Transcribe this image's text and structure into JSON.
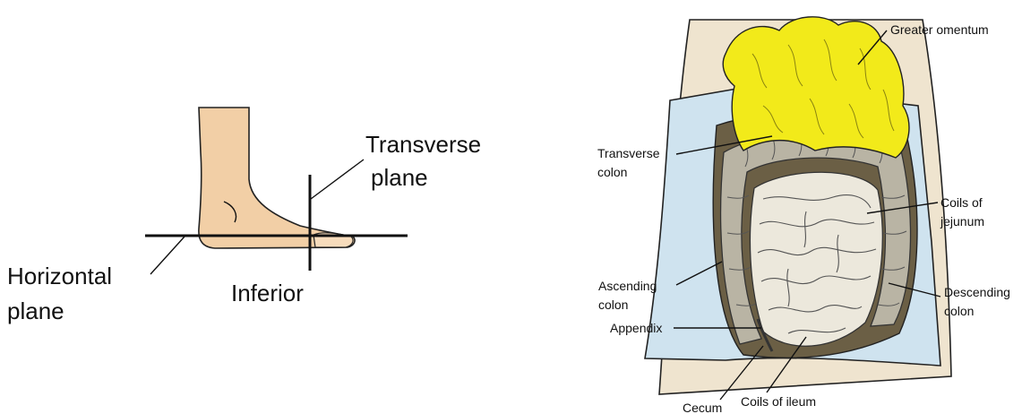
{
  "left_diagram": {
    "labels": {
      "transverse_line1": "Transverse",
      "transverse_line2": "plane",
      "horizontal_line1": "Horizontal",
      "horizontal_line2": "plane",
      "inferior": "Inferior"
    },
    "colors": {
      "skin": "#f2cfa6",
      "outline": "#222222"
    }
  },
  "right_diagram": {
    "labels": {
      "greater_omentum": "Greater omentum",
      "transverse_colon_1": "Transverse",
      "transverse_colon_2": "colon",
      "jejunum_1": "Coils of",
      "jejunum_2": "jejunum",
      "ascending_1": "Ascending",
      "ascending_2": "colon",
      "descending_1": "Descending",
      "descending_2": "colon",
      "appendix": "Appendix",
      "cecum": "Cecum",
      "ileum": "Coils of ileum"
    },
    "colors": {
      "omentum": "#f2ea1a",
      "colon": "#b9b4a4",
      "small_intestine": "#ece8dc",
      "wall": "#cfe3ef",
      "skin": "#efe4cf"
    }
  }
}
